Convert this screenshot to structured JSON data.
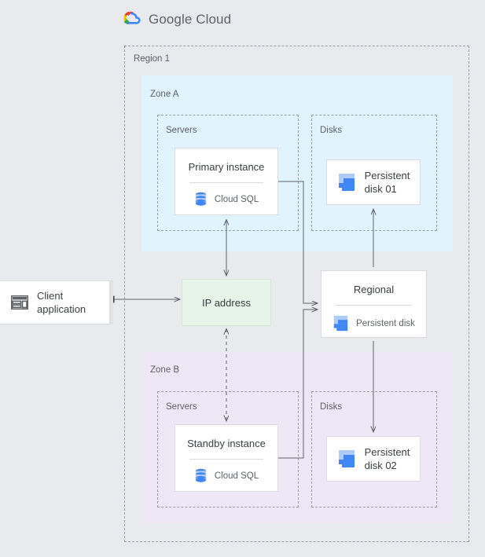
{
  "brand": {
    "name_bold": "Google",
    "name_light": "Cloud",
    "logo_colors": [
      "#EA4335",
      "#FBBC04",
      "#34A853",
      "#4285F4"
    ]
  },
  "diagram": {
    "region": {
      "label": "Region 1"
    },
    "zones": [
      {
        "id": "zone-a",
        "label": "Zone A",
        "background": "#E1F3FD",
        "groups": [
          {
            "id": "servers-a",
            "label": "Servers"
          },
          {
            "id": "disks-a",
            "label": "Disks"
          }
        ]
      },
      {
        "id": "zone-b",
        "label": "Zone B",
        "background": "#EDE7F6",
        "groups": [
          {
            "id": "servers-b",
            "label": "Servers"
          },
          {
            "id": "disks-b",
            "label": "Disks"
          }
        ]
      }
    ],
    "nodes": {
      "client": {
        "label": "Client application",
        "line1": "Client",
        "line2": "application",
        "icon": "window-icon"
      },
      "ip_address": {
        "label": "IP address"
      },
      "primary_instance": {
        "title": "Primary instance",
        "subtitle": "Cloud SQL",
        "icon": "cloud-sql-icon"
      },
      "standby_instance": {
        "title": "Standby instance",
        "subtitle": "Cloud SQL",
        "icon": "cloud-sql-icon"
      },
      "regional_disk": {
        "title": "Regional",
        "subtitle": "Persistent disk",
        "icon": "persistent-disk-icon"
      },
      "persistent_disk_01": {
        "line1": "Persistent",
        "line2": "disk 01",
        "icon": "persistent-disk-icon"
      },
      "persistent_disk_02": {
        "line1": "Persistent",
        "line2": "disk 02",
        "icon": "persistent-disk-icon"
      }
    },
    "colors": {
      "canvas": "#E8EAED",
      "zone_a": "#E1F3FD",
      "zone_b": "#EDE7F6",
      "ip_box": "#E6F4EA",
      "ip_border": "#CEEAD6",
      "card_border": "#DADCE0",
      "dashed_border": "#9AA0A6",
      "text_primary": "#3C4043",
      "text_secondary": "#5F6368",
      "connector": "#5F6368",
      "icon_blue": "#4285F4",
      "icon_blue_light": "#AECBFA",
      "icon_gray": "#5F6368"
    },
    "connectors": [
      {
        "from": "client",
        "to": "ip_address",
        "style": "solid",
        "arrows": "both"
      },
      {
        "from": "primary_instance",
        "to": "ip_address",
        "style": "solid",
        "arrows": "both"
      },
      {
        "from": "ip_address",
        "to": "standby_instance",
        "style": "dashed",
        "arrows": "both"
      },
      {
        "from": "primary_instance",
        "to": "regional_disk",
        "style": "solid",
        "arrows": "end"
      },
      {
        "from": "standby_instance",
        "to": "regional_disk",
        "style": "solid",
        "arrows": "end"
      },
      {
        "from": "regional_disk",
        "to": "persistent_disk_01",
        "style": "solid",
        "arrows": "end"
      },
      {
        "from": "regional_disk",
        "to": "persistent_disk_02",
        "style": "solid",
        "arrows": "end"
      }
    ]
  }
}
